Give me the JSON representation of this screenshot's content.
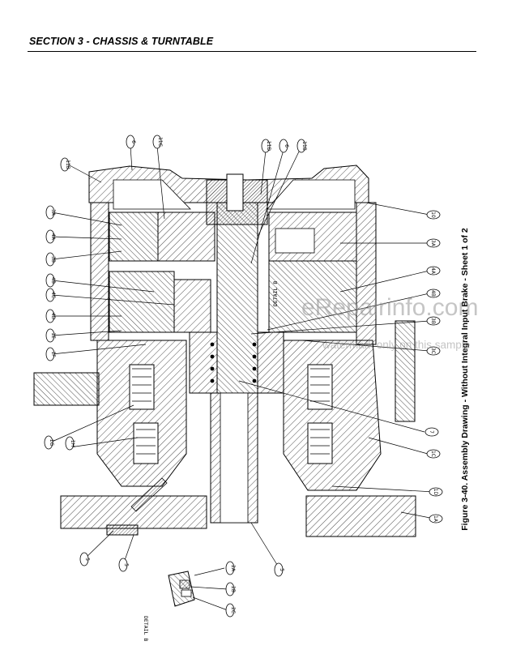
{
  "header": {
    "section_title": "SECTION 3 - CHASSIS & TURNTABLE"
  },
  "figure": {
    "caption": "Figure 3-40.  Assembly Drawing - Without Integral Input Brake - Sheet 1 of 2",
    "detail_label_center": "DETAIL B",
    "detail_label_bottom": "DETAIL B",
    "callouts": {
      "c1": "11B",
      "c2": "6",
      "c3": "11C",
      "c4": "11D",
      "c5": "6",
      "c6": "11B",
      "c7": "10",
      "c8": "3A",
      "c9": "3B",
      "c10": "3C",
      "c11": "4A",
      "c12": "4B",
      "c13": "3A",
      "c14": "4A",
      "c15": "3B",
      "c16": "4B",
      "c17": "4C",
      "c18": "4D",
      "c19": "7",
      "c20": "1C",
      "c21": "1D",
      "c22": "1E",
      "c23": "1F",
      "c24": "1A",
      "c25": "1G",
      "c26": "1H",
      "c27": "5",
      "c28": "2A",
      "c29": "2B",
      "c30": "2C"
    }
  },
  "watermark": {
    "site": "eRepairinfo.com",
    "notice": "watermark only on this sample"
  }
}
